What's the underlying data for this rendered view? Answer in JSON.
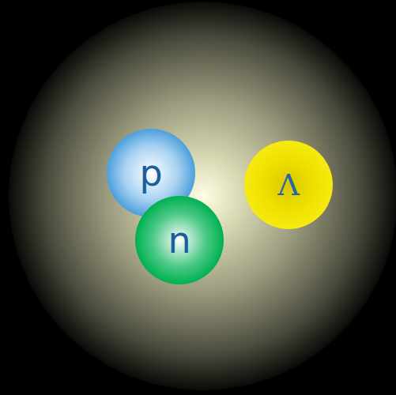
{
  "diagram": {
    "nodes": [
      {
        "text": [
          "p"
        ]
      },
      {
        "text": [
          "n"
        ]
      },
      {
        "text": [
          "Λ"
        ]
      }
    ]
  }
}
